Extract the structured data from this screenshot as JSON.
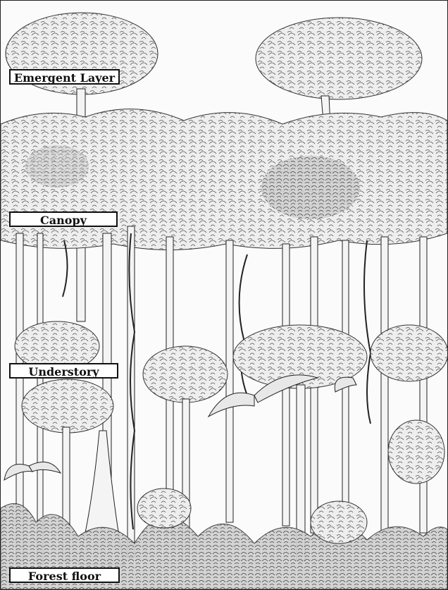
{
  "layers": {
    "emergent": "Emergent Layer",
    "canopy": "Canopy",
    "understory": "Understory",
    "floor": "Forest floor"
  },
  "colors": {
    "ink": "#222222",
    "foliage": "#e6e6e6",
    "foliage_dark": "#8c8c8c",
    "trunk": "#f4f4f4"
  }
}
